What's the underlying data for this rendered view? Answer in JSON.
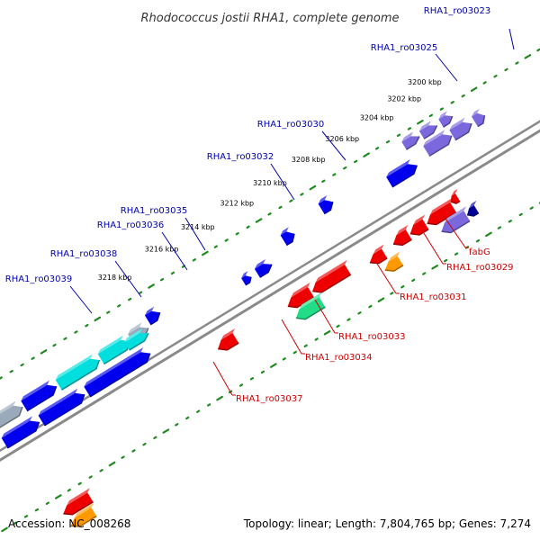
{
  "title": "Rhodococcus jostii RHA1, complete genome",
  "accession": "Accession: NC_008268",
  "summary": "Topology: linear; Length: 7,804,765 bp; Genes: 7,274",
  "colors": {
    "backbone": "#8a8a8a",
    "tick_green": "#1f8a1f",
    "plus_label": "#0000aa",
    "minus_label": "#cc0000",
    "blue": "#0000ee",
    "red": "#ee0000",
    "purple": "#7b68dd",
    "cyan": "#00dede",
    "grey": "#9aaabb",
    "green": "#22dd88",
    "orange": "#ff9900",
    "navy": "#000099"
  },
  "ticks": [
    {
      "label": "3200 kbp"
    },
    {
      "label": "3202 kbp"
    },
    {
      "label": "3204 kbp"
    },
    {
      "label": "3206 kbp"
    },
    {
      "label": "3208 kbp"
    },
    {
      "label": "3210 kbp"
    },
    {
      "label": "3212 kbp"
    },
    {
      "label": "3214 kbp"
    },
    {
      "label": "3216 kbp"
    },
    {
      "label": "3218 kbp"
    }
  ],
  "plus_labels": [
    {
      "text": "RHA1_ro03023"
    },
    {
      "text": "RHA1_ro03025"
    },
    {
      "text": "RHA1_ro03030"
    },
    {
      "text": "RHA1_ro03032"
    },
    {
      "text": "RHA1_ro03035"
    },
    {
      "text": "RHA1_ro03036"
    },
    {
      "text": "RHA1_ro03038"
    },
    {
      "text": "RHA1_ro03039"
    }
  ],
  "minus_labels": [
    {
      "text": "fabG"
    },
    {
      "text": "RHA1_ro03029"
    },
    {
      "text": "RHA1_ro03031"
    },
    {
      "text": "RHA1_ro03033"
    },
    {
      "text": "RHA1_ro03034"
    },
    {
      "text": "RHA1_ro03037"
    }
  ]
}
